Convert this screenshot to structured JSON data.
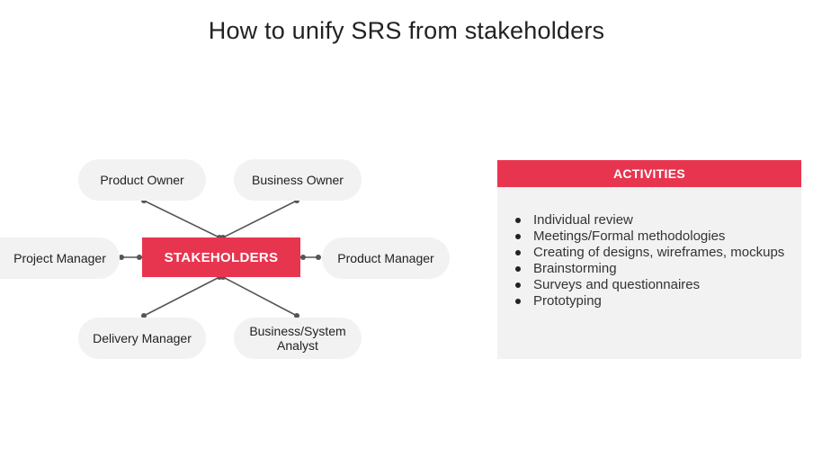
{
  "title": "How to unify SRS from stakeholders",
  "colors": {
    "accent": "#e8354f",
    "pill": "#f2f2f2",
    "line": "#555555"
  },
  "hub": {
    "label": "STAKEHOLDERS"
  },
  "stakeholders": [
    {
      "label": "Product Owner"
    },
    {
      "label": "Business Owner"
    },
    {
      "label": "Project Manager"
    },
    {
      "label": "Product Manager"
    },
    {
      "label": "Delivery Manager"
    },
    {
      "label": "Business/System Analyst"
    }
  ],
  "activities": {
    "header": "ACTIVITIES",
    "items": [
      "Individual review",
      "Meetings/Formal methodologies",
      "Creating of designs, wireframes, mockups",
      "Brainstorming",
      "Surveys and questionnaires",
      "Prototyping"
    ]
  }
}
